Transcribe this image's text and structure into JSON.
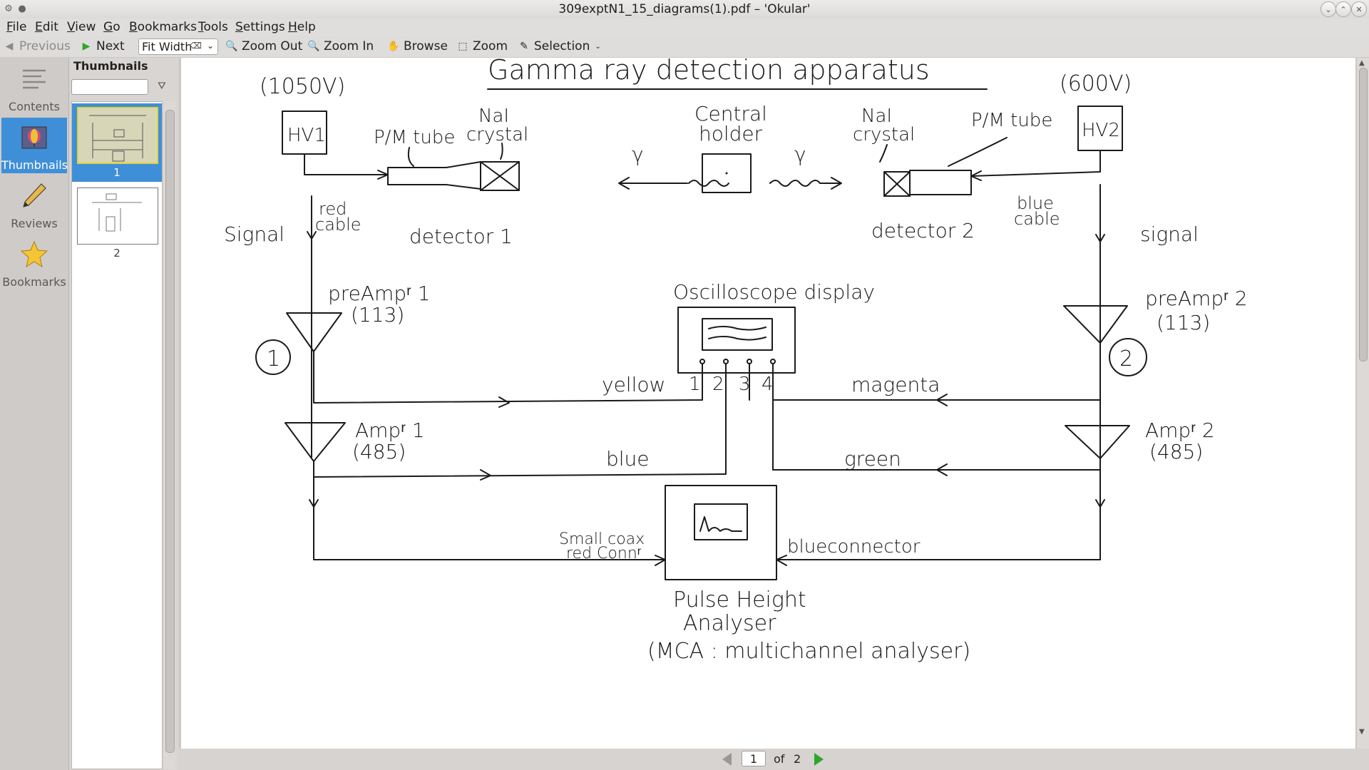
{
  "window": {
    "title": "309exptN1_15_diagrams(1).pdf – 'Okular'"
  },
  "menu": [
    "File",
    "Edit",
    "View",
    "Go",
    "Bookmarks",
    "Tools",
    "Settings",
    "Help"
  ],
  "toolbar": {
    "previous": "Previous",
    "next": "Next",
    "zoom_mode": "Fit Width",
    "zoom_out": "Zoom Out",
    "zoom_in": "Zoom In",
    "browse": "Browse",
    "zoom": "Zoom",
    "selection": "Selection"
  },
  "sidebar": {
    "tabs": [
      {
        "label": "Contents",
        "icon": "contents-icon"
      },
      {
        "label": "Thumbnails",
        "icon": "thumbnails-icon"
      },
      {
        "label": "Reviews",
        "icon": "reviews-icon"
      },
      {
        "label": "Bookmarks",
        "icon": "bookmarks-star-icon"
      }
    ],
    "active": "Thumbnails"
  },
  "thumbnails": {
    "title": "Thumbnails",
    "search_value": "",
    "pages": [
      "1",
      "2"
    ],
    "selected": "1"
  },
  "pagebar": {
    "current": "1",
    "of": "of",
    "total": "2"
  },
  "document": {
    "title": "Gamma ray detection apparatus",
    "hv1_voltage": "(1050V)",
    "hv2_voltage": "(600V)",
    "hv1": "HV1",
    "hv2": "HV2",
    "pm_tube": "P/M tube",
    "nai": "NaI",
    "crystal": "crystal",
    "central": "Central",
    "holder": "holder",
    "gamma": "γ",
    "red": "red",
    "blue_w": "blue",
    "cable": "cable",
    "signal_left": "Signal",
    "signal_right": "signal",
    "detector1": "detector 1",
    "detector2": "detector 2",
    "preamp1": "preAmpʳ 1",
    "preamp2": "preAmpʳ 2",
    "preamp_code": "(113)",
    "circle1": "1",
    "circle2": "2",
    "oscilloscope": "Oscilloscope display",
    "ch1": "1",
    "ch2": "2",
    "ch3": "3",
    "ch4": "4",
    "yellow": "yellow",
    "magenta": "magenta",
    "amp1": "Ampʳ 1",
    "amp2": "Ampʳ 2",
    "amp_code": "(485)",
    "blue": "blue",
    "green": "green",
    "small_coax": "Small coax",
    "red_conn": "red Connʳ",
    "blue_connector": "blueconnector",
    "pha_line1": "Pulse Height",
    "pha_line2": "Analyser",
    "mca": "(MCA : multichannel analyser)"
  }
}
